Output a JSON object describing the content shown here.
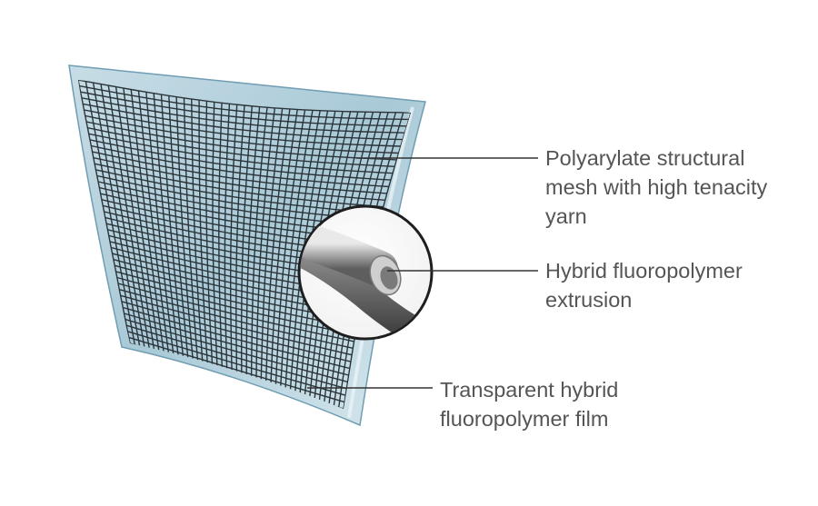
{
  "labels": {
    "mesh": [
      "Polyarylate structural",
      "mesh with high tenacity",
      "yarn"
    ],
    "extrusion": [
      "Hybrid fluoropolymer",
      "extrusion"
    ],
    "film": [
      "Transparent hybrid",
      "fluoropolymer film"
    ]
  },
  "colors": {
    "film": "#a9c9d7",
    "film_edge": "#6f9db2",
    "mesh": "#2b3439",
    "leader_line": "#333333",
    "label_text": "#555555"
  }
}
